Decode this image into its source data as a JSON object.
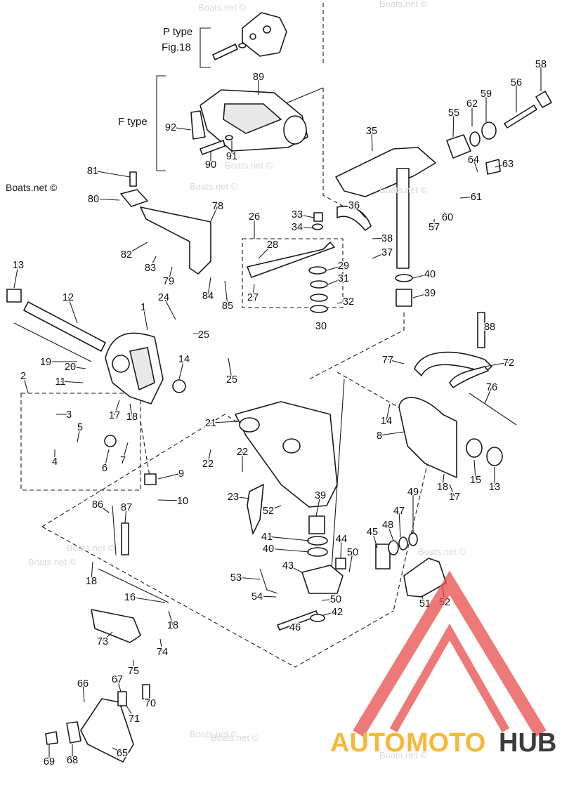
{
  "diagram": {
    "watermark_text": "Boats.net ©",
    "labels": {
      "p_type": "P type",
      "p_type_fig": "Fig.18",
      "f_type": "F type"
    },
    "logo": {
      "text_a": "AUTO",
      "text_b": "MOTO",
      "text_c": "HUB",
      "color_a": "#f5b93a",
      "color_b": "#f5b93a",
      "color_c": "#3b3b3b",
      "triangle_color": "#e84c4c"
    },
    "callouts": [
      "1",
      "2",
      "3",
      "4",
      "5",
      "6",
      "7",
      "8",
      "9",
      "10",
      "11",
      "12",
      "13",
      "13",
      "14",
      "14",
      "15",
      "16",
      "17",
      "17",
      "18",
      "18",
      "18",
      "18",
      "19",
      "20",
      "21",
      "22",
      "22",
      "23",
      "24",
      "25",
      "25",
      "26",
      "27",
      "28",
      "29",
      "30",
      "31",
      "32",
      "33",
      "34",
      "35",
      "36",
      "37",
      "38",
      "39",
      "39",
      "40",
      "40",
      "41",
      "42",
      "43",
      "44",
      "45",
      "46",
      "47",
      "48",
      "49",
      "50",
      "50",
      "51",
      "52",
      "52",
      "53",
      "54",
      "55",
      "56",
      "57",
      "58",
      "59",
      "60",
      "61",
      "62",
      "63",
      "64",
      "65",
      "66",
      "67",
      "68",
      "69",
      "70",
      "71",
      "72",
      "73",
      "74",
      "75",
      "76",
      "77",
      "78",
      "79",
      "80",
      "81",
      "82",
      "83",
      "84",
      "85",
      "86",
      "87",
      "88",
      "89",
      "90",
      "91",
      "92"
    ]
  }
}
